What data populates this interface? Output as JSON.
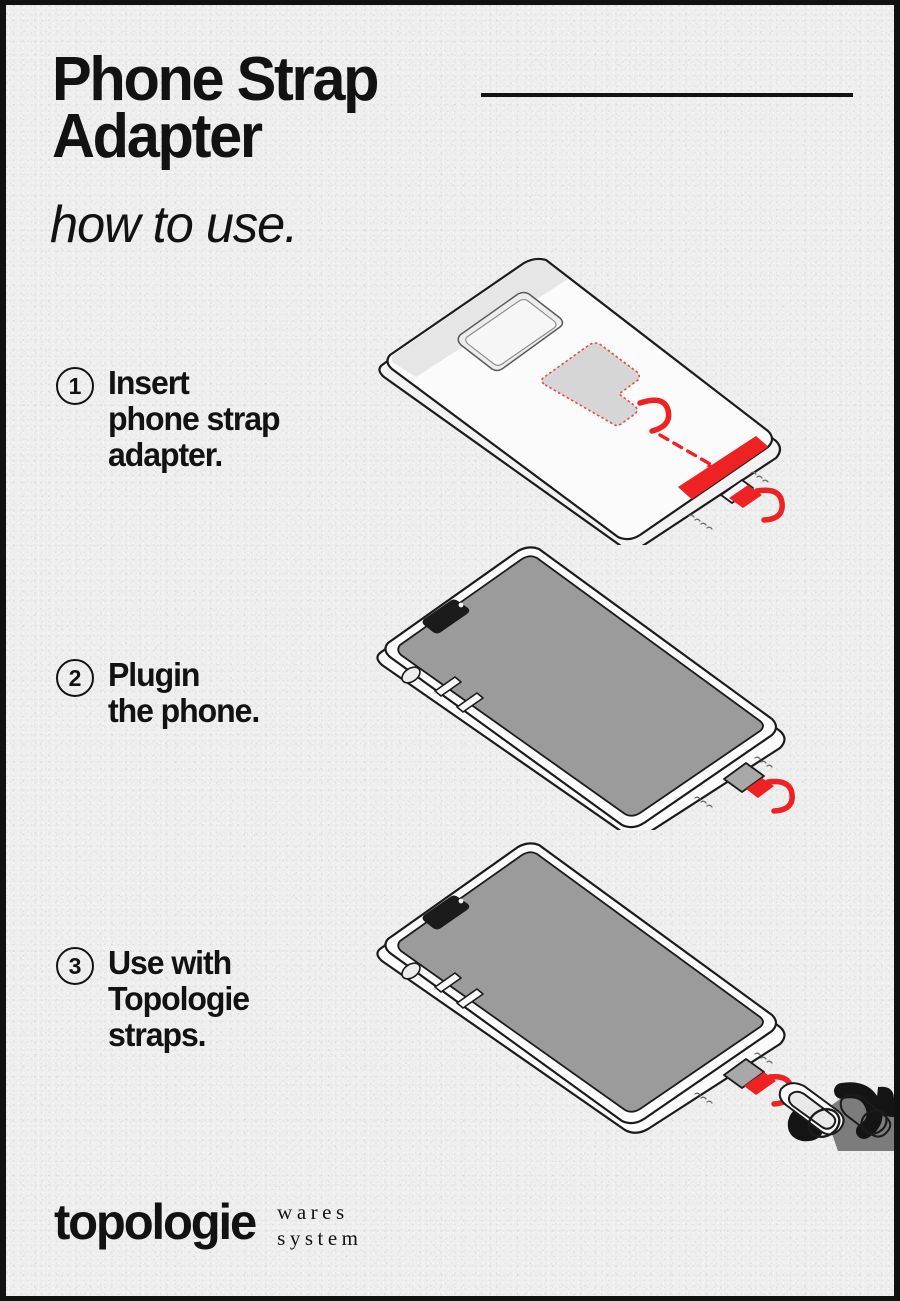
{
  "poster": {
    "title": "Phone Strap\nAdapter",
    "subtitle": "how to use.",
    "background_color": "#eeeeee",
    "border_color": "#111111",
    "accent_color": "#EE2222",
    "ink_color": "#121212",
    "screen_gray": "#9B9B9B",
    "ghost_gray": "#D6D6D6"
  },
  "rule": {
    "name": "header-divider"
  },
  "steps": [
    {
      "number": "1",
      "text": "Insert\nphone strap\nadapter.",
      "illustration": "phone-back-with-adapter-insert",
      "illustration_caption": "Phone shown from the back with camera bump; a gray T-shaped adapter ghost outlined in red dotted line sits on the back, a red dashed arrow points down-right toward the charging port where a red adapter tab is inserted."
    },
    {
      "number": "2",
      "text": "Plugin\nthe phone.",
      "illustration": "phone-front-connector-plugged",
      "illustration_caption": "Phone shown from the front with gray screen and notch; a gray connector is plugged into the bottom port with the red adapter loop protruding."
    },
    {
      "number": "3",
      "text": "Use with\nTopologie\nstraps.",
      "illustration": "phone-front-with-strap-attached",
      "illustration_caption": "Same phone with the red adapter loop linked to a metal carabiner clip and a black rope Topologie strap trailing off the right edge."
    }
  ],
  "footer": {
    "logo": "topologie",
    "tagline": "wares\nsystem"
  }
}
